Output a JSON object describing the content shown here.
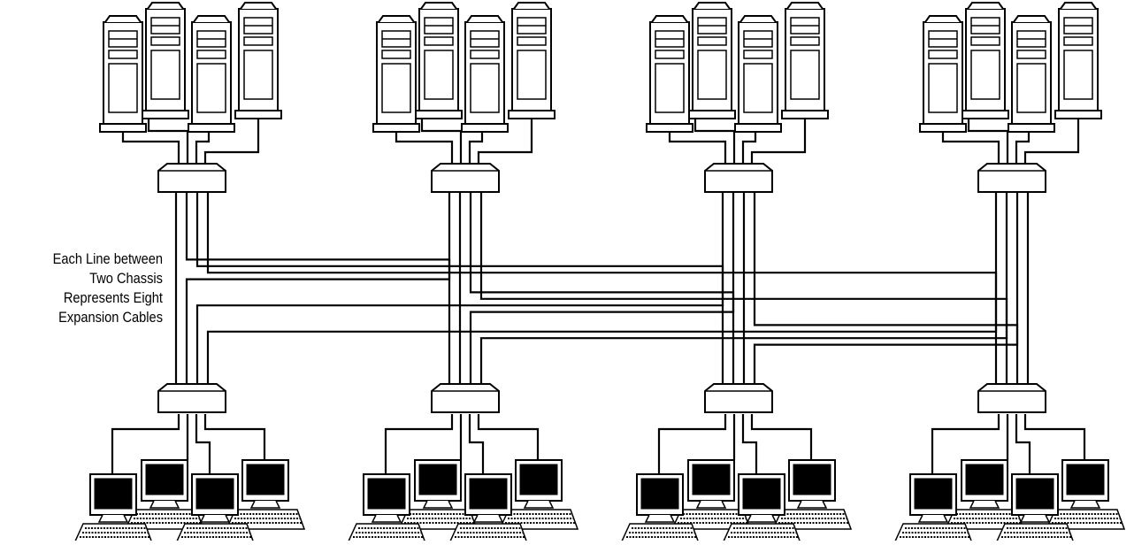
{
  "caption": {
    "lines": [
      "Each Line between",
      "Two Chassis",
      "Represents Eight",
      "Expansion Cables"
    ]
  },
  "counts": {
    "groups": 4,
    "servers_per_group": 4,
    "terminals_per_group": 4
  },
  "colors": {
    "ink": "#000000",
    "paper": "#ffffff"
  }
}
